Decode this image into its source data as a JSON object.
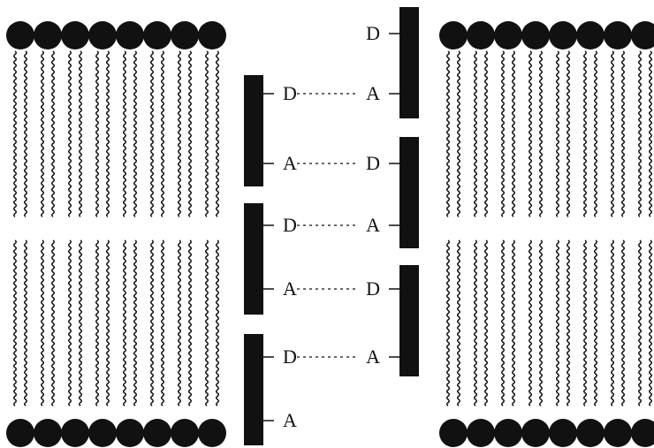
{
  "labels": {
    "donor": "D",
    "acceptor": "A"
  },
  "left_strands": [
    {
      "id": "L1",
      "sites": [
        "D",
        "A"
      ]
    },
    {
      "id": "L2",
      "sites": [
        "D",
        "A"
      ]
    },
    {
      "id": "L3",
      "sites": [
        "D",
        "A"
      ]
    }
  ],
  "right_strands": [
    {
      "id": "R1",
      "sites": [
        "D",
        "A"
      ]
    },
    {
      "id": "R2",
      "sites": [
        "D",
        "A"
      ]
    },
    {
      "id": "R3",
      "sites": [
        "D",
        "A"
      ]
    }
  ],
  "hydrogen_bonds": [
    {
      "left": "D",
      "right": "A"
    },
    {
      "left": "A",
      "right": "D"
    },
    {
      "left": "D",
      "right": "A"
    },
    {
      "left": "A",
      "right": "D"
    },
    {
      "left": "D",
      "right": "A"
    }
  ],
  "colors": {
    "ink": "#111111",
    "background": "#ffffff"
  }
}
